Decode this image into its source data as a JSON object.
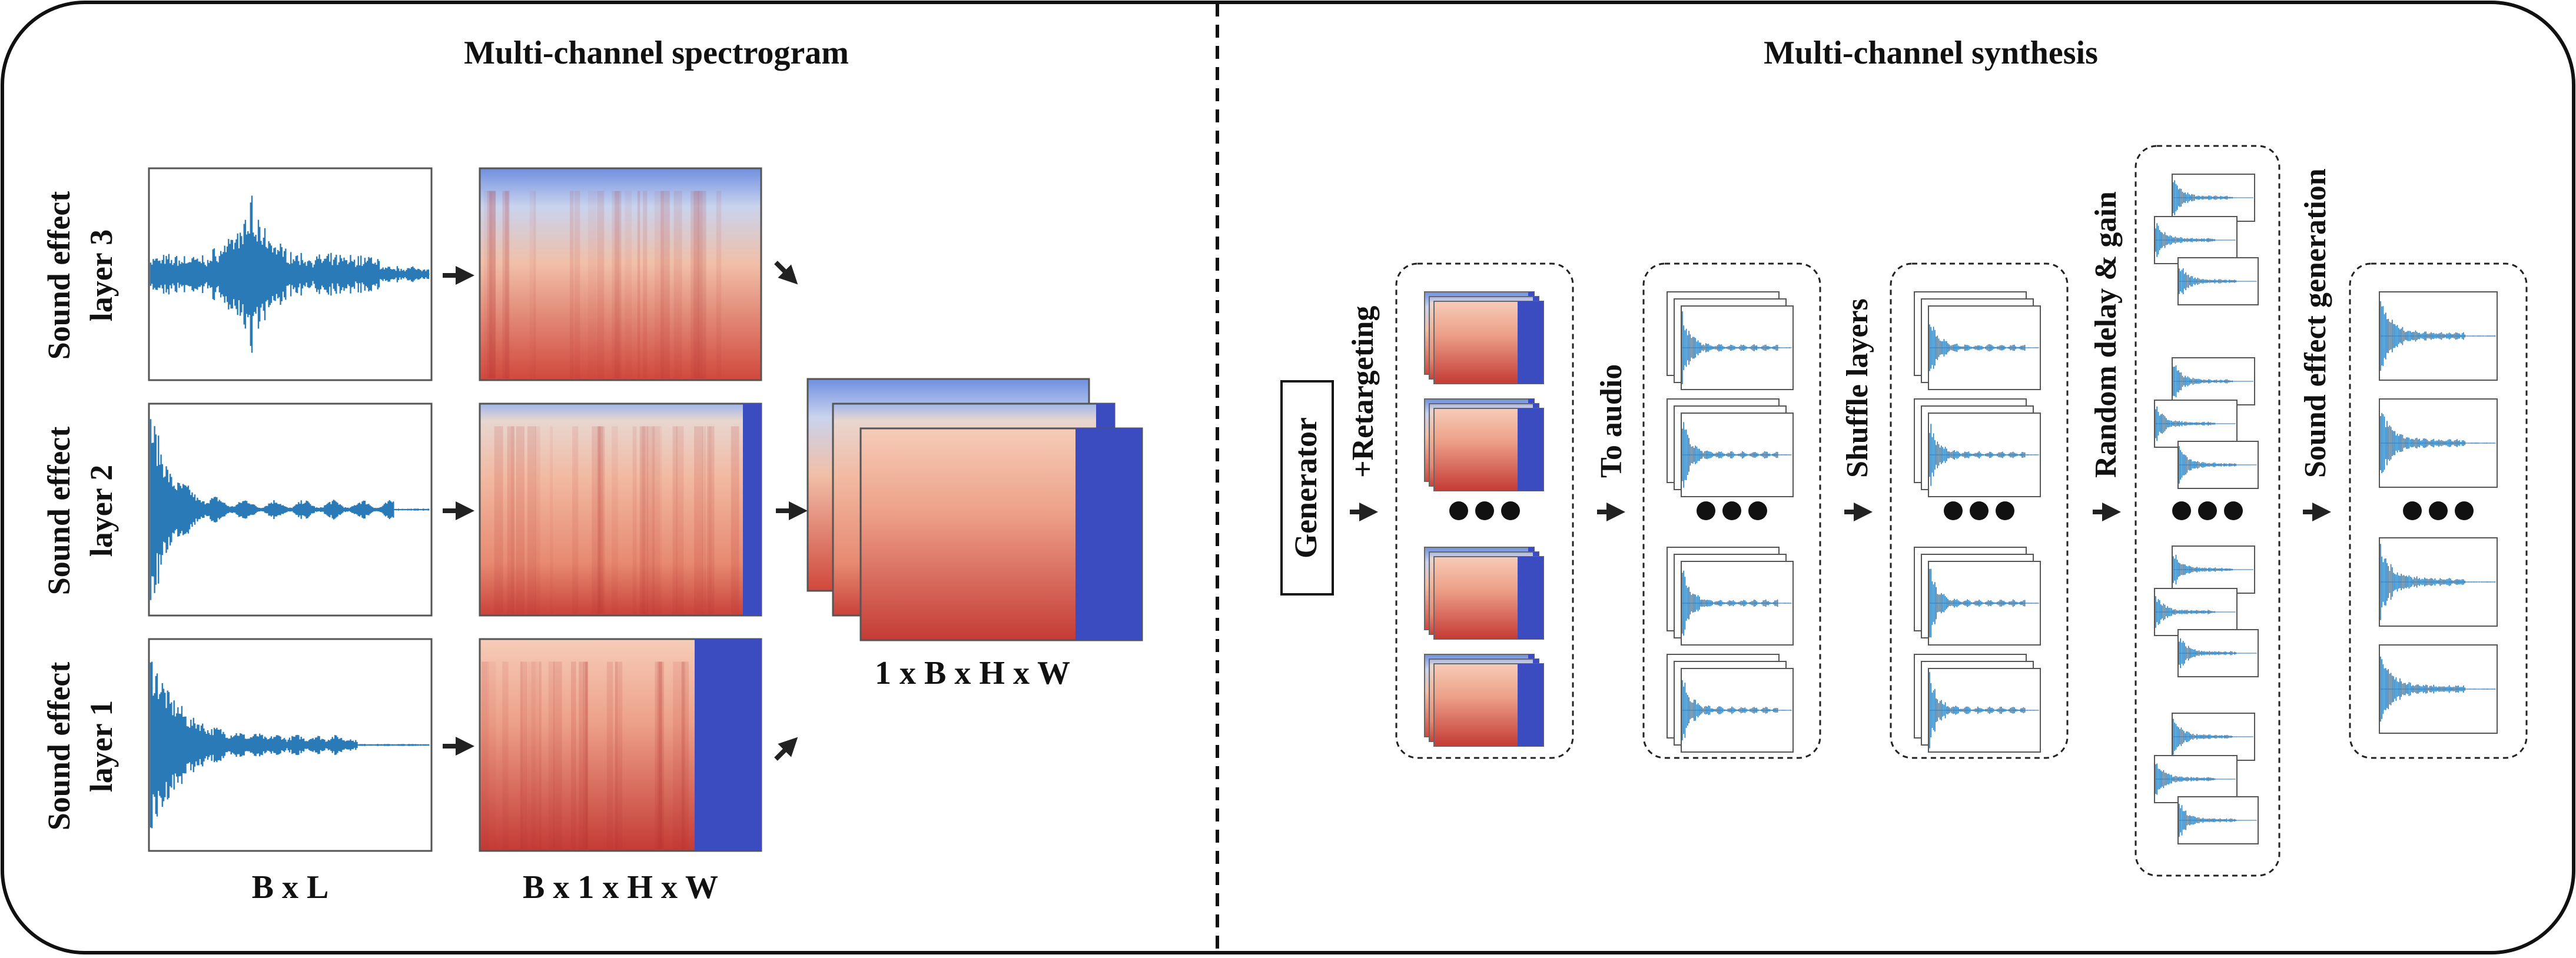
{
  "left_panel": {
    "title": "Multi-channel spectrogram",
    "layers": [
      {
        "line1": "Sound effect",
        "line2": "layer 3"
      },
      {
        "line1": "Sound effect",
        "line2": "layer 2"
      },
      {
        "line1": "Sound effect",
        "line2": "layer 1"
      }
    ],
    "waveform_caption": "B x L",
    "spectrogram_caption": "B x 1 x H x W",
    "stack_caption": "1 x B x H x W"
  },
  "right_panel": {
    "title": "Multi-channel synthesis",
    "generator": "Generator",
    "steps": [
      "+Retargeting",
      "To audio",
      "Shuffle layers",
      "Random delay & gain",
      "Sound effect generation"
    ]
  },
  "colors": {
    "wave": "#2a7ab8",
    "spec_pad": "#3b4cc0",
    "spec_red": "#d6604d",
    "spec_light": "#f4c6b0"
  }
}
